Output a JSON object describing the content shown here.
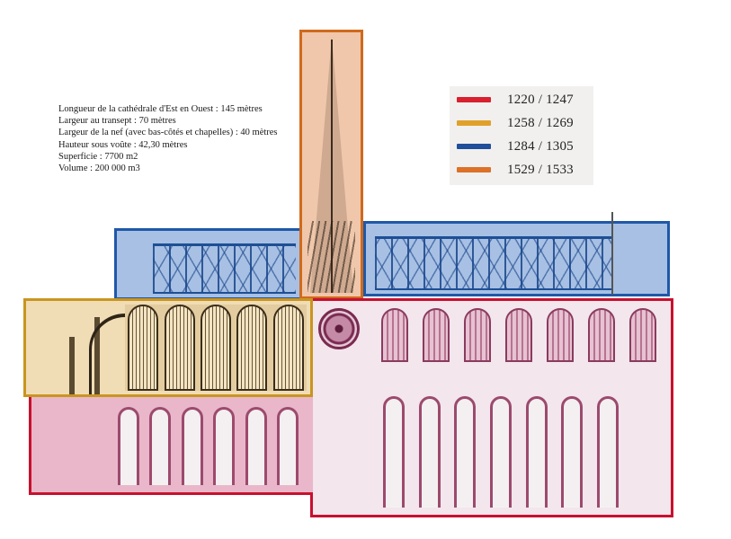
{
  "stats": {
    "lines": [
      "Longueur de la cathédrale d'Est en Ouest : 145 mètres",
      "Largeur au transept : 70 mètres",
      "Largeur de la nef (avec bas-côtés et chapelles) : 40 mètres",
      "Hauteur sous voûte : 42,30 mètres",
      "Superficie : 7700 m2",
      "Volume : 200 000 m3"
    ]
  },
  "legend": {
    "items": [
      {
        "label": "1220 / 1247",
        "color": "#d8202f"
      },
      {
        "label": "1258 / 1269",
        "color": "#e0a12a"
      },
      {
        "label": "1284 / 1305",
        "color": "#1f4f9c"
      },
      {
        "label": "1529 / 1533",
        "color": "#dc7127"
      }
    ]
  },
  "regions": {
    "nave": {
      "period": "1220 / 1247",
      "color": "#c8102e",
      "fill": "#e9b7c9"
    },
    "choir": {
      "period": "1258 / 1269",
      "color": "#c99520",
      "fill": "#f0dcb5"
    },
    "roof": {
      "period": "1284 / 1305",
      "color": "#1f58a8",
      "fill": "#a7c0e3"
    },
    "spire": {
      "period": "1529 / 1533",
      "color": "#d06a1c",
      "fill": "#f0c7aa"
    }
  }
}
